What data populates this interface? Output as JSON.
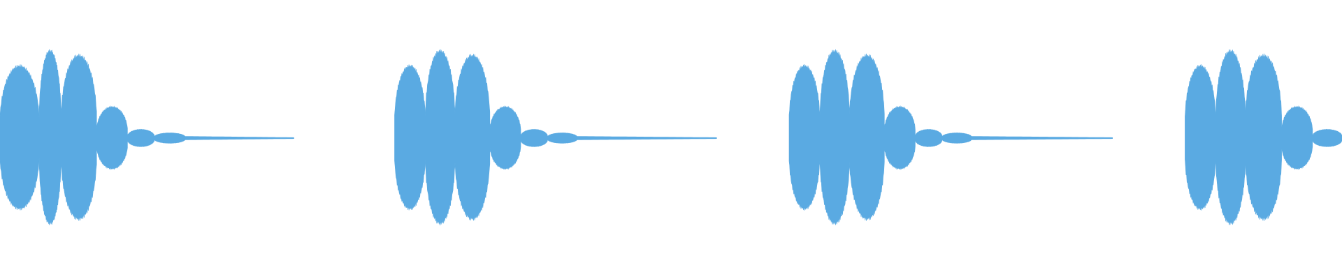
{
  "waveform": {
    "color": "#5aaae2",
    "background": "#ffffff",
    "bursts": [
      {
        "segments": [
          {
            "start": 0.0,
            "end": 0.0292,
            "amp": 0.83
          },
          {
            "start": 0.0292,
            "end": 0.0455,
            "amp": 1.0
          },
          {
            "start": 0.0455,
            "end": 0.072,
            "amp": 0.95
          },
          {
            "start": 0.072,
            "end": 0.095,
            "amp": 0.36
          },
          {
            "start": 0.095,
            "end": 0.115,
            "amp": 0.1
          },
          {
            "start": 0.115,
            "end": 0.138,
            "amp": 0.06
          },
          {
            "start": 0.138,
            "end": 0.219,
            "amp": 0.02
          }
        ]
      },
      {
        "segments": [
          {
            "start": 0.294,
            "end": 0.317,
            "amp": 0.83
          },
          {
            "start": 0.317,
            "end": 0.339,
            "amp": 1.0
          },
          {
            "start": 0.339,
            "end": 0.365,
            "amp": 0.95
          },
          {
            "start": 0.365,
            "end": 0.388,
            "amp": 0.36
          },
          {
            "start": 0.388,
            "end": 0.408,
            "amp": 0.1
          },
          {
            "start": 0.408,
            "end": 0.43,
            "amp": 0.06
          },
          {
            "start": 0.43,
            "end": 0.534,
            "amp": 0.02
          }
        ]
      },
      {
        "segments": [
          {
            "start": 0.588,
            "end": 0.611,
            "amp": 0.83
          },
          {
            "start": 0.611,
            "end": 0.633,
            "amp": 1.0
          },
          {
            "start": 0.633,
            "end": 0.659,
            "amp": 0.95
          },
          {
            "start": 0.659,
            "end": 0.682,
            "amp": 0.36
          },
          {
            "start": 0.682,
            "end": 0.702,
            "amp": 0.1
          },
          {
            "start": 0.702,
            "end": 0.724,
            "amp": 0.06
          },
          {
            "start": 0.724,
            "end": 0.829,
            "amp": 0.02
          }
        ]
      },
      {
        "segments": [
          {
            "start": 0.883,
            "end": 0.906,
            "amp": 0.83
          },
          {
            "start": 0.906,
            "end": 0.928,
            "amp": 1.0
          },
          {
            "start": 0.928,
            "end": 0.955,
            "amp": 0.95
          },
          {
            "start": 0.955,
            "end": 0.978,
            "amp": 0.36
          },
          {
            "start": 0.978,
            "end": 1.0,
            "amp": 0.1
          }
        ]
      }
    ]
  }
}
